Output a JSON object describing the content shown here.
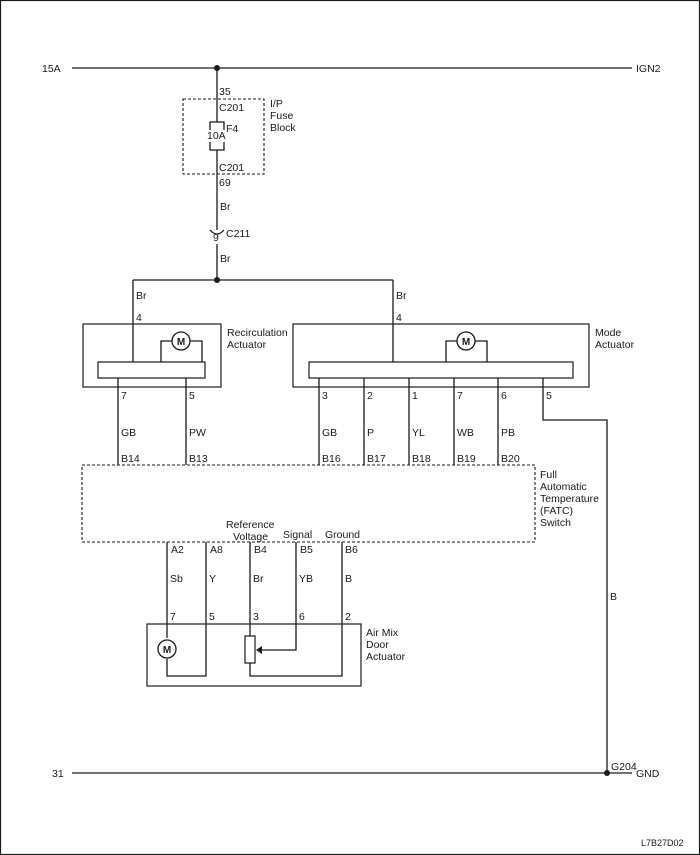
{
  "power": {
    "left_label": "15A",
    "right_label": "IGN2"
  },
  "ground": {
    "left_label": "31",
    "right_label": "GND",
    "point_label": "G204"
  },
  "fuse_block": {
    "top_pin": "35",
    "top_conn": "C201",
    "fuse_name": "F4",
    "fuse_rating": "10A",
    "bottom_conn": "C201",
    "bottom_pin": "69",
    "label_line1": "I/P",
    "label_line2": "Fuse",
    "label_line3": "Block"
  },
  "wire_br_1": "Br",
  "connector_c211": {
    "pin": "9",
    "name": "C211"
  },
  "wire_br_2": "Br",
  "recirc": {
    "feed_wire": "Br",
    "feed_pin": "4",
    "label_line1": "Recirculation",
    "label_line2": "Actuator",
    "motor": "M",
    "pins": [
      "7",
      "5"
    ],
    "wires": [
      "GB",
      "PW"
    ],
    "fatc_pins": [
      "B14",
      "B13"
    ]
  },
  "mode": {
    "feed_wire": "Br",
    "feed_pin": "4",
    "label_line1": "Mode",
    "label_line2": "Actuator",
    "motor": "M",
    "pins": [
      "3",
      "2",
      "1",
      "7",
      "6",
      "5"
    ],
    "wires": [
      "GB",
      "P",
      "YL",
      "WB",
      "PB"
    ],
    "fatc_pins": [
      "B16",
      "B17",
      "B18",
      "B19",
      "B20"
    ],
    "ground_wire": "B"
  },
  "fatc": {
    "label_lines": [
      "Full",
      "Automatic",
      "Temperature",
      "(FATC)",
      "Switch"
    ],
    "ref_line1": "Reference",
    "ref_line2": "Voltage",
    "signal": "Signal",
    "ground": "Ground",
    "pins": [
      "A2",
      "A8",
      "B4",
      "B5",
      "B6"
    ]
  },
  "airmix": {
    "wires": [
      "Sb",
      "Y",
      "Br",
      "YB",
      "B"
    ],
    "pins": [
      "7",
      "5",
      "3",
      "6",
      "2"
    ],
    "label_line1": "Air Mix",
    "label_line2": "Door",
    "label_line3": "Actuator",
    "motor": "M"
  },
  "diagram_id": "L7B27D02"
}
